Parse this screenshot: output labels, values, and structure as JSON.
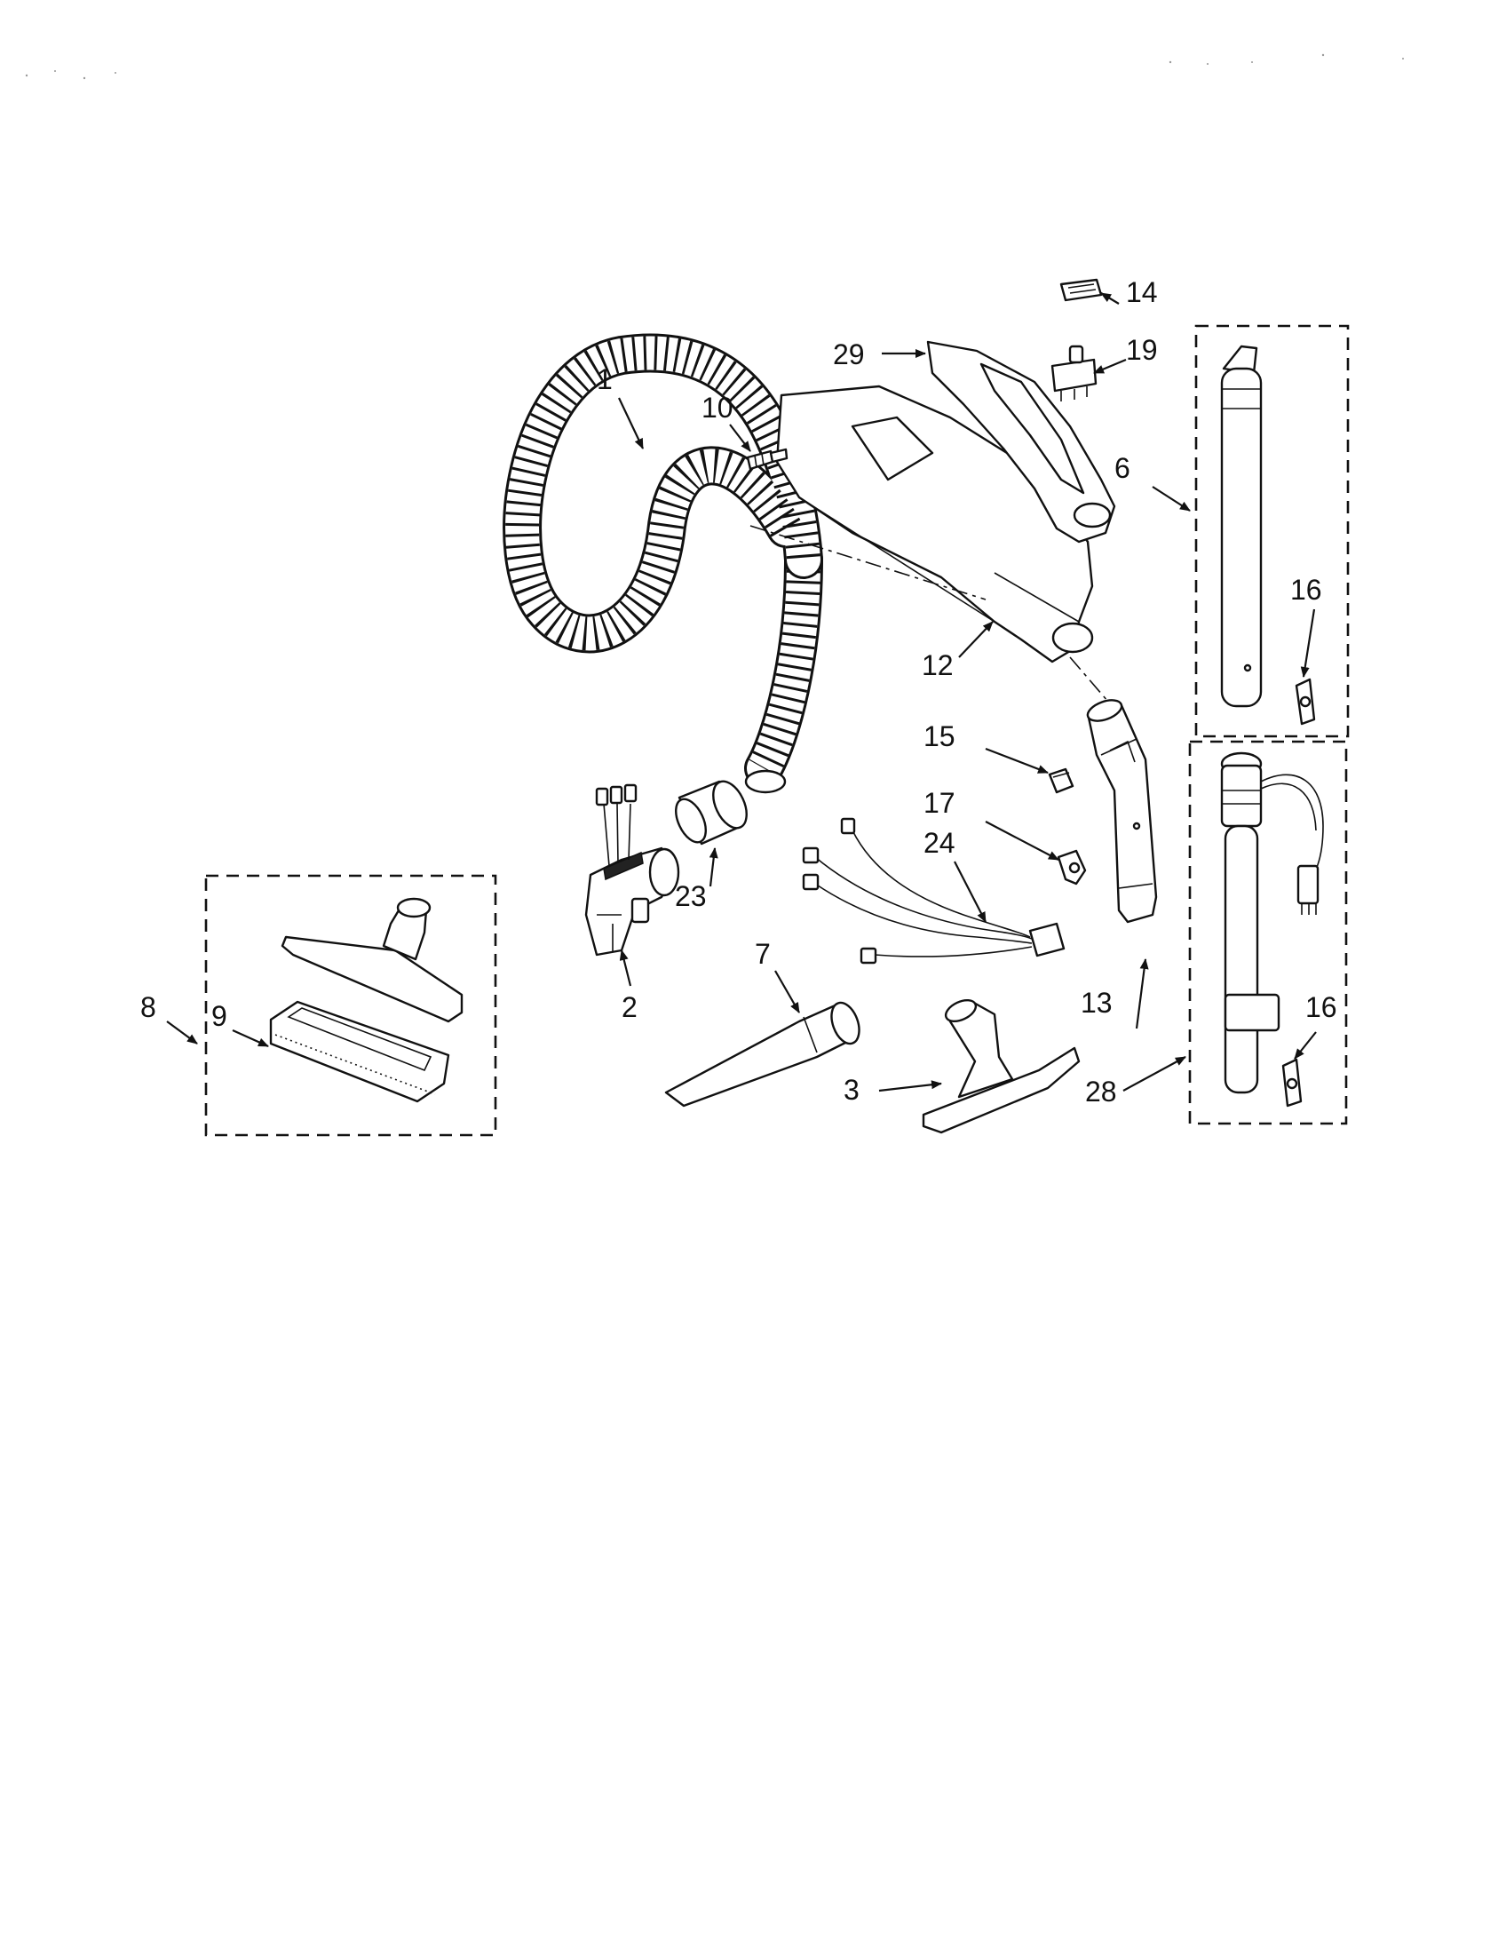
{
  "callouts": {
    "c1": "1",
    "c2": "2",
    "c3": "3",
    "c6": "6",
    "c7": "7",
    "c8": "8",
    "c9": "9",
    "c10": "10",
    "c12": "12",
    "c13": "13",
    "c14": "14",
    "c15": "15",
    "c16a": "16",
    "c16b": "16",
    "c17": "17",
    "c19": "19",
    "c23": "23",
    "c24": "24",
    "c28": "28",
    "c29": "29"
  }
}
